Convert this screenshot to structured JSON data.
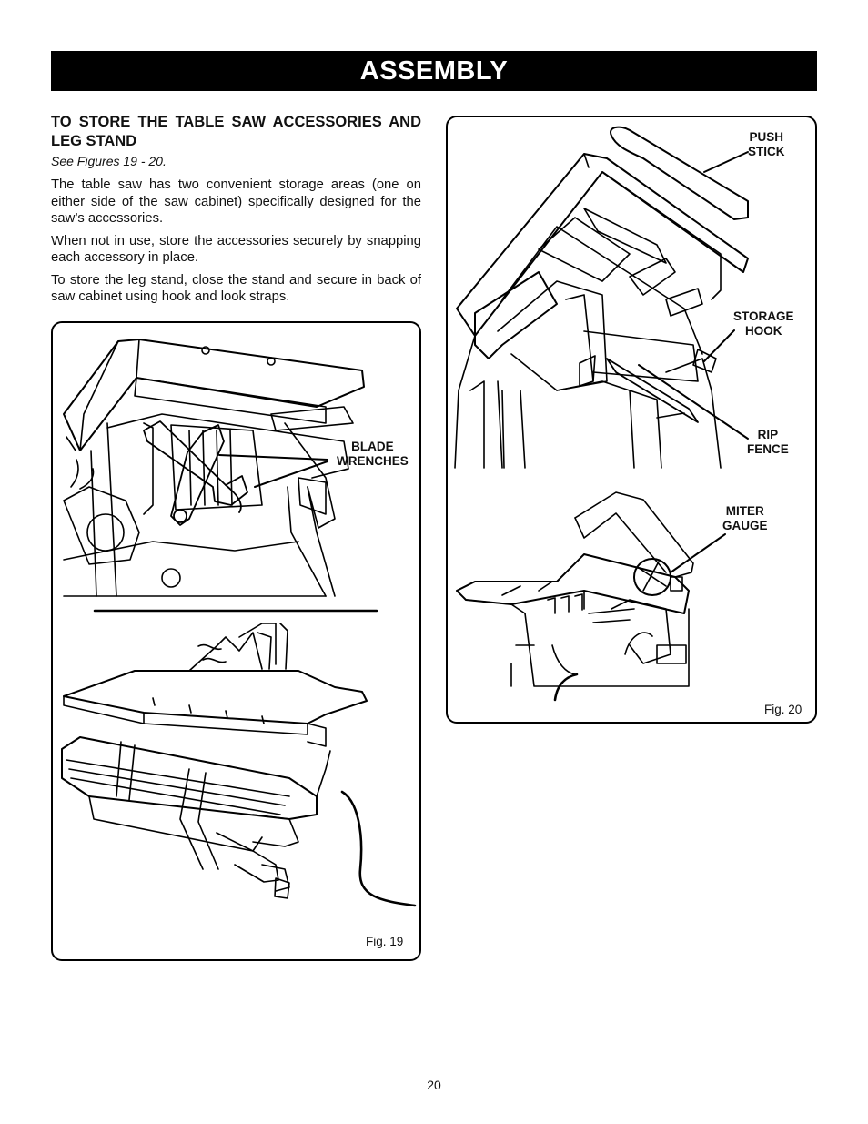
{
  "banner": {
    "title": "ASSEMBLY"
  },
  "section": {
    "heading": "TO STORE THE TABLE SAW ACCESSORIES AND LEG STAND",
    "see_figures": "See Figures 19 - 20.",
    "paragraphs": [
      "The table saw has two convenient storage areas (one on either side of the saw cabinet) specifically designed for the saw’s accessories.",
      "When not in use, store the accessories securely by snapping each accessory in place.",
      "To store the leg stand, close the stand and secure in back of saw cabinet using hook and look straps."
    ]
  },
  "fig19": {
    "caption": "Fig. 19",
    "labels": {
      "blade_wrenches": "BLADE\nWRENCHES"
    }
  },
  "fig20": {
    "caption": "Fig. 20",
    "labels": {
      "push_stick": "PUSH\nSTICK",
      "storage_hook": "STORAGE\nHOOK",
      "rip_fence": "RIP\nFENCE",
      "miter_gauge": "MITER\nGAUGE"
    }
  },
  "footer": {
    "page_number": "20"
  }
}
